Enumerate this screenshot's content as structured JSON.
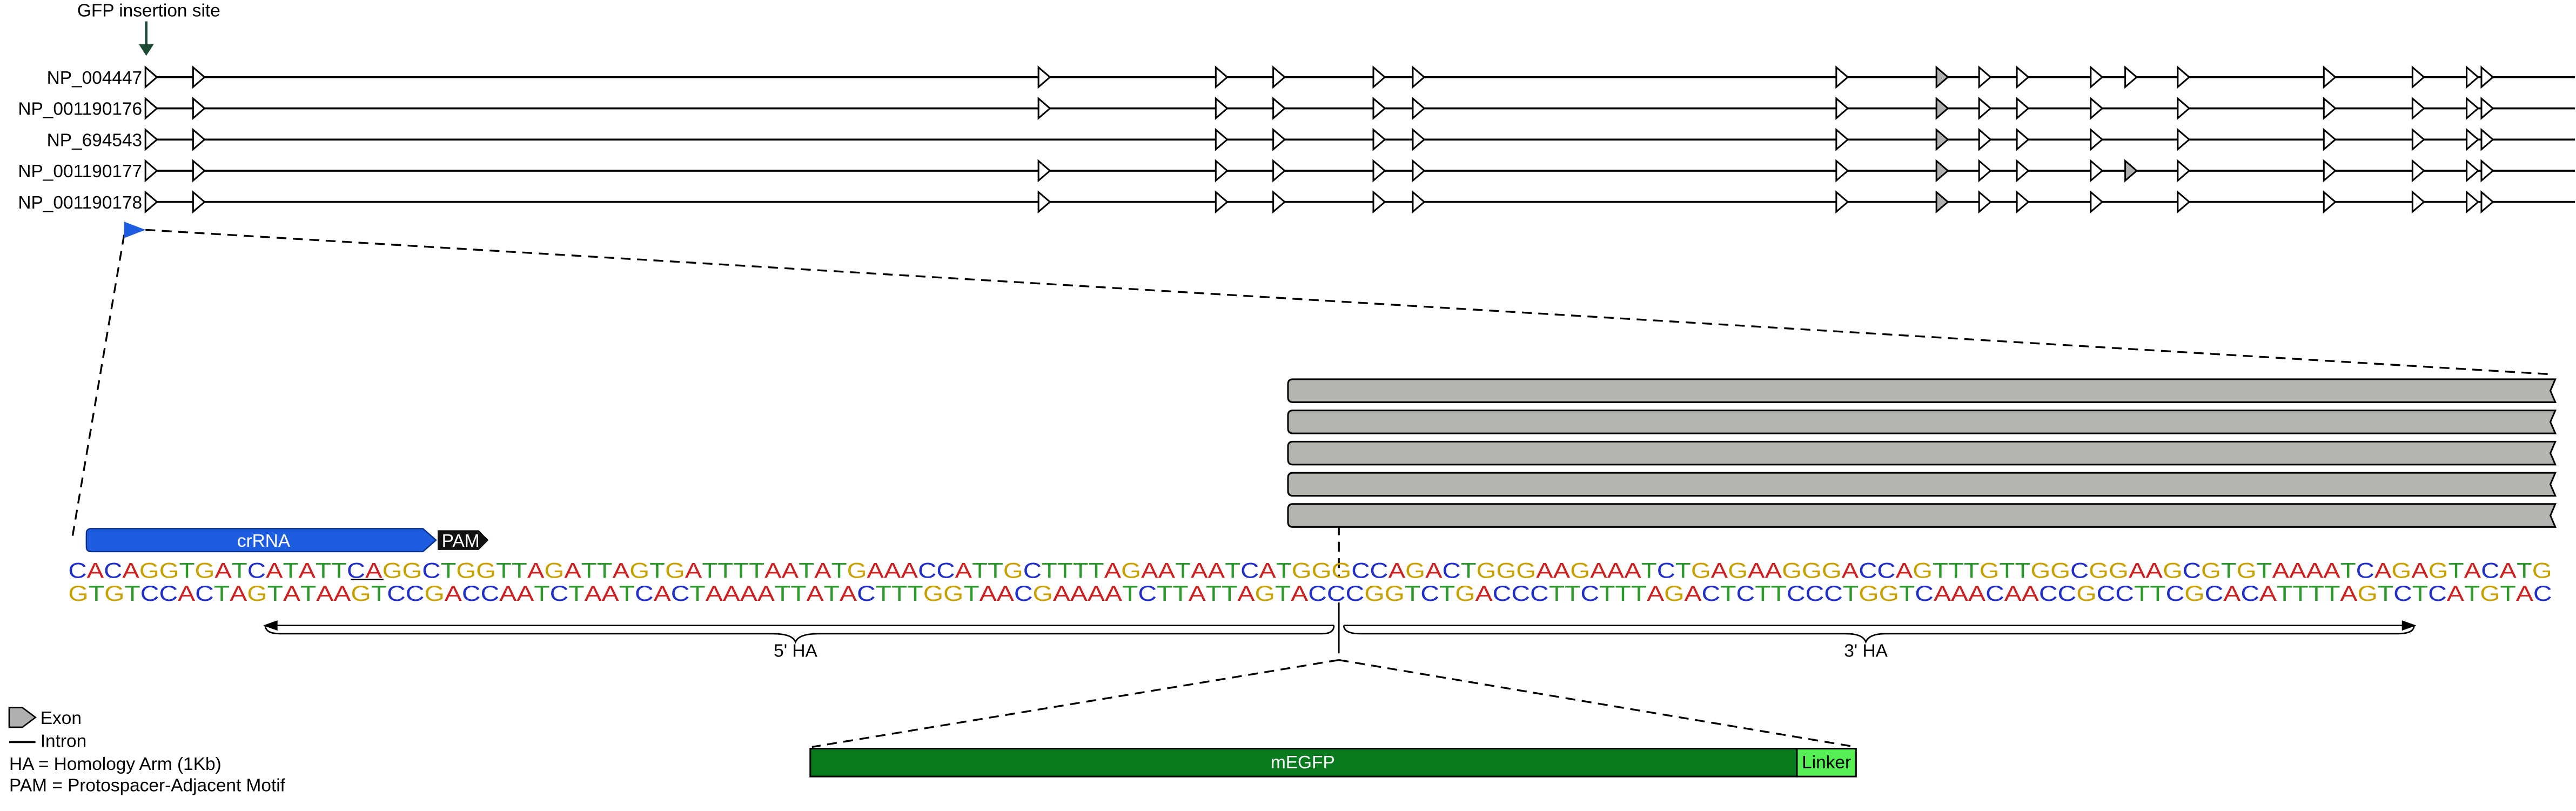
{
  "insertion_label": "GFP insertion site",
  "transcripts": [
    {
      "name": "NP_004447",
      "exons": [
        88,
        117,
        632,
        740,
        775,
        836,
        860,
        1118,
        1179,
        1205,
        1228,
        1273,
        1294,
        1326,
        1415,
        1469,
        1502,
        1511
      ]
    },
    {
      "name": "NP_001190176",
      "exons": [
        88,
        117,
        632,
        740,
        775,
        836,
        860,
        1118,
        1179,
        1205,
        1228,
        1273,
        1326,
        1415,
        1469,
        1502,
        1511
      ]
    },
    {
      "name": "NP_694543",
      "exons": [
        88,
        117,
        740,
        775,
        836,
        860,
        1118,
        1179,
        1205,
        1228,
        1273,
        1326,
        1415,
        1469,
        1502,
        1511
      ]
    },
    {
      "name": "NP_001190177",
      "exons": [
        88,
        117,
        632,
        740,
        775,
        836,
        860,
        1118,
        1179,
        1205,
        1228,
        1273,
        1294,
        1326,
        1415,
        1469,
        1502,
        1511
      ]
    },
    {
      "name": "NP_001190178",
      "exons": [
        88,
        117,
        632,
        740,
        775,
        836,
        860,
        1118,
        1179,
        1205,
        1228,
        1273,
        1326,
        1415,
        1469,
        1502,
        1511
      ]
    }
  ],
  "grey_exons": [
    {
      "transcript": 0,
      "exon": 8
    },
    {
      "transcript": 1,
      "exon": 8
    },
    {
      "transcript": 2,
      "exon": 7
    },
    {
      "transcript": 3,
      "exon": 8
    },
    {
      "transcript": 3,
      "exon": 12
    },
    {
      "transcript": 4,
      "exon": 8
    }
  ],
  "crRNA_label": "crRNA",
  "pam_label": "PAM",
  "top_sequence": "CACAGGTGATCATATTCAGGCTGGTTAGATTAGTGATTTTAATATGAAACCATTGCTTTTAGAATAATCATGGGCCAGACTGGGAAGAAATCTGAGAAGGGACCAGTTTGTTGGCGGAAGCGTGTAAAATCAGAGTACATG",
  "bottom_sequence": "GTGTCCACTAGTATAAGTCCGACCAATCTAATCACTAAAATTATACTTTGGTAACGAAAATCTTATTAGTACCCGGTCTGACCCTTCTTTAGACTCTTCCCTGGTCAAACAACCGCCTTCGCACATTTTAGTCTCATGTAC",
  "base_colors": {
    "A": "#cc1f1f",
    "C": "#1f2ec8",
    "G": "#c8a000",
    "T": "#2a9a2a"
  },
  "ha_5_label": "5' HA",
  "ha_3_label": "3' HA",
  "mEGFP_label": "mEGFP",
  "linker_label": "Linker",
  "colors": {
    "crRNA": "#1f5de0",
    "pam": "#111111",
    "mEGFP": "#0a7a1e",
    "linker": "#55ee55",
    "ha_bar": "#b5b5b0",
    "grey_exon": "#b0b0b0"
  },
  "legend": {
    "exon": "Exon",
    "intron": "Intron",
    "ha": "HA = Homology Arm (1Kb)",
    "pam": "PAM = Protospacer-Adjacent Motif"
  }
}
